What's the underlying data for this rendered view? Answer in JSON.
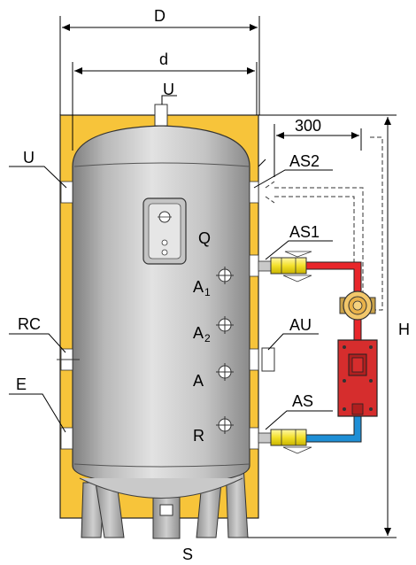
{
  "labels": {
    "D": "D",
    "d": "d",
    "U_top": "U",
    "U_left": "U",
    "dim_300": "300",
    "AS2": "AS2",
    "AS1": "AS1",
    "Q": "Q",
    "A1_main": "A",
    "A1_sub": "1",
    "A2_main": "A",
    "A2_sub": "2",
    "A": "A",
    "R": "R",
    "RC": "RC",
    "AU": "AU",
    "E": "E",
    "AS": "AS",
    "H": "H",
    "S": "S"
  },
  "colors": {
    "insulation": "#f7c43a",
    "tank_light": "#d9d9d9",
    "tank_dark": "#8c8c8c",
    "leg": "#a9a9a9",
    "hot_pipe": "#e8262b",
    "cold_pipe": "#1e8fd6",
    "pump_body": "#d62d2d",
    "fitting": "#f5e83a"
  }
}
